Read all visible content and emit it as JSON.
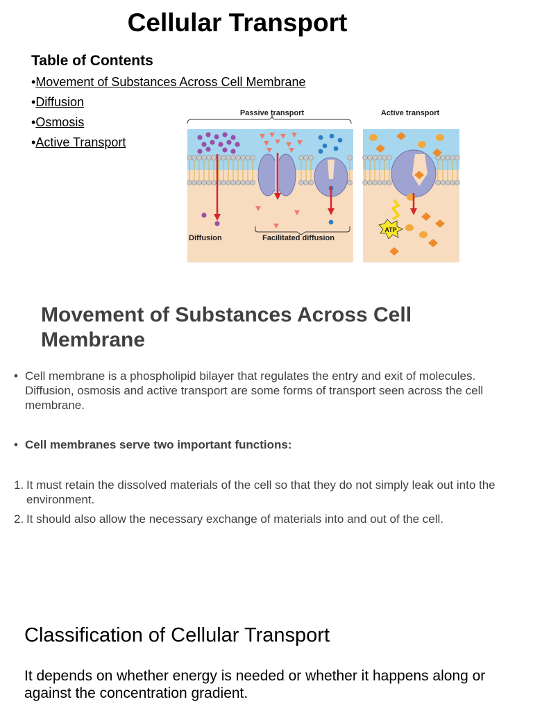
{
  "title": "Cellular Transport",
  "toc": {
    "heading": "Table of Contents",
    "bullet": "•",
    "items": [
      "Movement of Substances Across Cell Membrane",
      "Diffusion",
      "Osmosis",
      "Active Transport"
    ]
  },
  "figure": {
    "passive_label": "Passive transport",
    "active_label": "Active transport",
    "diffusion_label": "Diffusion",
    "facilitated_label": "Facilitated diffusion",
    "atp_label": "ATP",
    "colors": {
      "outside": "#a7d6ef",
      "inside": "#f8dcc0",
      "arrow": "#d7262b",
      "protein": "#9fa3d2",
      "purple_molecule": "#9a4fa8",
      "blue_molecule": "#2c7fc2",
      "pink_molecule": "#ea7b6f",
      "orange_molecule": "#ee8a2a"
    }
  },
  "section": {
    "heading": "Movement of Substances Across Cell Membrane",
    "bullet": "•",
    "para1": "Cell membrane is a phospholipid bilayer that regulates the entry and exit of molecules. Diffusion, osmosis and active transport are some forms of transport seen across the cell membrane.",
    "para2": "Cell membranes serve two important functions:",
    "numbered": [
      {
        "num": "1.",
        "text": "It must retain the dissolved materials of the cell so that they do not simply leak out into the environment."
      },
      {
        "num": "2.",
        "text": "It should also allow the necessary exchange of materials into and out of the cell."
      }
    ]
  },
  "classification": {
    "heading": "Classification of Cellular Transport",
    "body": "It depends on whether energy is needed or whether it happens along or against the concentration gradient."
  }
}
